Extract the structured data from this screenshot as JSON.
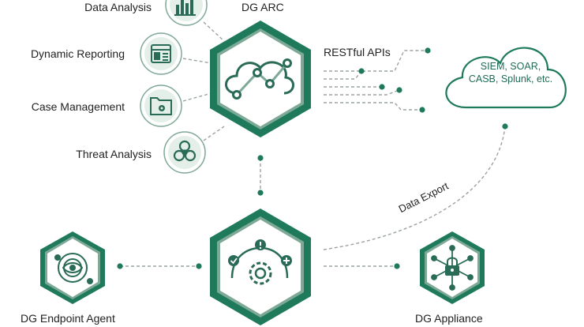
{
  "colors": {
    "primary": "#1f7a5c",
    "primary_dark": "#1a6a50",
    "light_fill": "#e4efe9",
    "hex_border": "#7fa997",
    "line": "#9aa3a0",
    "icon": "#2a6b57"
  },
  "hub": {
    "title": "DG ARC"
  },
  "modules": [
    {
      "label": "Data Analysis",
      "icon": "bar-chart-icon"
    },
    {
      "label": "Dynamic Reporting",
      "icon": "report-layout-icon"
    },
    {
      "label": "Case Management",
      "icon": "folder-gear-icon"
    },
    {
      "label": "Threat Analysis",
      "icon": "biohazard-icon"
    }
  ],
  "api": {
    "label": "RESTful APIs"
  },
  "cloud": {
    "lines": [
      "SIEM, SOAR,",
      "CASB, Splunk, etc."
    ]
  },
  "export": {
    "label": "Data Export"
  },
  "nodes": {
    "endpoint": {
      "label": "DG Endpoint Agent",
      "icon": "endpoint-eye-icon"
    },
    "appliance": {
      "label": "DG Appliance",
      "icon": "network-lock-icon"
    },
    "center": {
      "icon": "gear-status-icon"
    }
  }
}
